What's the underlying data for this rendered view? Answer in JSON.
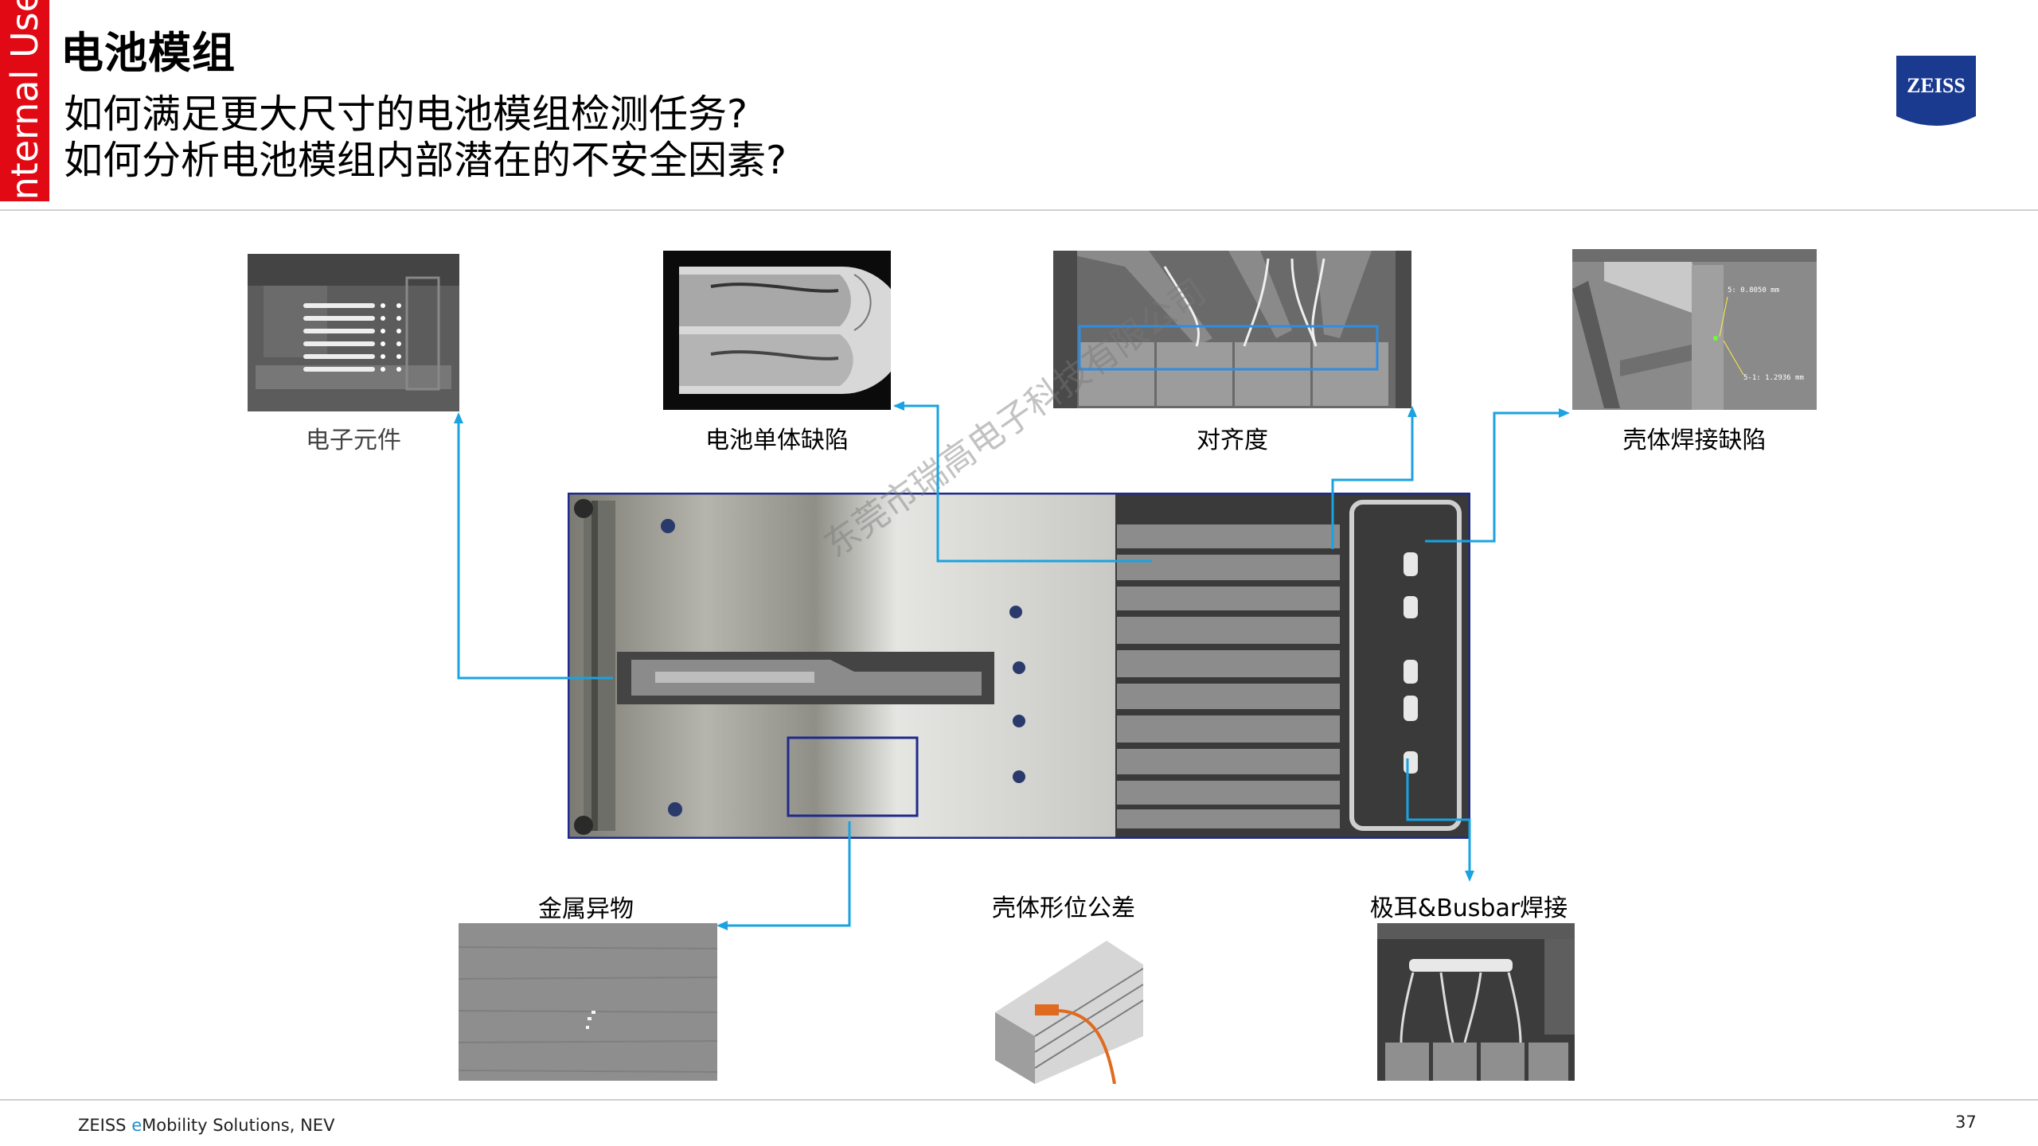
{
  "side_tag": "Internal Use",
  "title": "电池模组",
  "questions": [
    "如何满足更大尺寸的电池模组检测任务?",
    "如何分析电池模组内部潜在的不安全因素?"
  ],
  "logo_text": "ZEISS",
  "labels": {
    "electronic": "电子元件",
    "cell_defect": "电池单体缺陷",
    "alignment": "对齐度",
    "shell_weld": "壳体焊接缺陷",
    "metal_foreign": "金属异物",
    "shell_tolerance": "壳体形位公差",
    "tab_busbar": "极耳&Busbar焊接"
  },
  "measurements": [
    "5: 0.8050 mm",
    "5-1: 1.2936 mm"
  ],
  "watermark": "东莞市瑞高电子科技有限公司",
  "footer": {
    "brand": "ZEISS ",
    "e": "e",
    "rest": "Mobility Solutions, NEV"
  },
  "page_number": "37",
  "colors": {
    "accent_red": "#e10a14",
    "arrow_blue": "#1aa3e0",
    "zeiss_blue": "#1a3a8f",
    "box_navy": "#1f2a8a"
  }
}
